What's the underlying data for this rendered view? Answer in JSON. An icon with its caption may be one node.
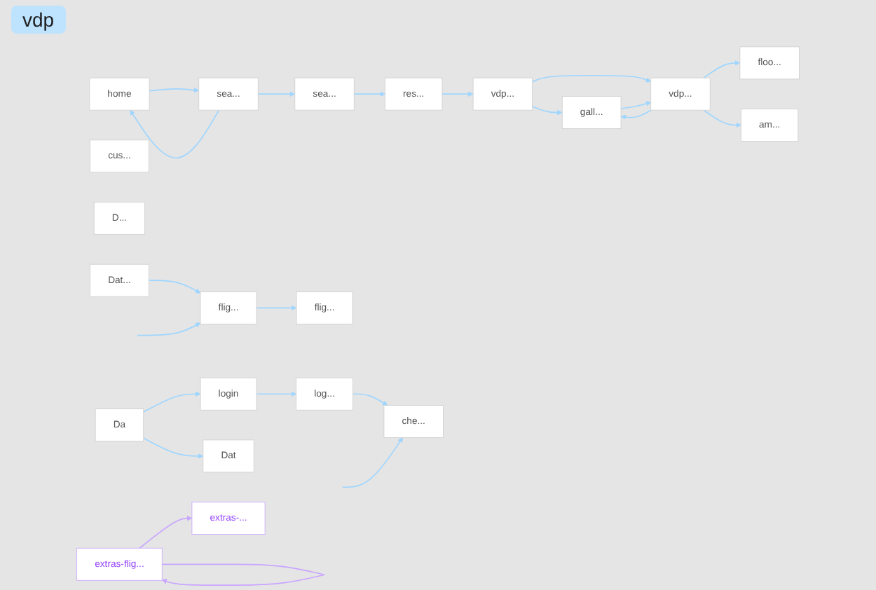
{
  "diagram": {
    "nodes": [
      {
        "text": [
          "home"
        ]
      },
      {
        "text": [
          "sea..."
        ]
      },
      {
        "text": [
          "sea..."
        ]
      },
      {
        "text": [
          "res..."
        ]
      },
      {
        "text": [
          "vdp..."
        ]
      },
      {
        "text": [
          "vdp..."
        ]
      },
      {
        "text": [
          "gall..."
        ]
      },
      {
        "text": [
          "floo..."
        ]
      },
      {
        "text": [
          "am..."
        ]
      },
      {
        "text": [
          "login"
        ]
      },
      {
        "text": [
          "che..."
        ]
      },
      {
        "text": [
          "cus..."
        ]
      },
      {
        "text": [
          "flig..."
        ]
      },
      {
        "text": [
          "flig..."
        ]
      },
      {
        "text": [
          "D..."
        ]
      },
      {
        "text": [
          "Dat..."
        ]
      },
      {
        "text": [
          "log..."
        ]
      },
      {
        "text": [
          "Da"
        ]
      },
      {
        "text": [
          "Dat"
        ]
      },
      {
        "text": [
          "extras-flig..."
        ]
      },
      {
        "text": [
          "extras-..."
        ]
      }
    ],
    "edges": [
      {
        "from": 0,
        "to": 1,
        "arrow": "to"
      },
      {
        "from": 1,
        "to": 0,
        "arrow": "to"
      },
      {
        "from": 1,
        "to": 2,
        "arrow": "to"
      },
      {
        "from": 2,
        "to": 3,
        "arrow": "to"
      },
      {
        "from": 3,
        "to": 4,
        "arrow": "to"
      },
      {
        "from": 4,
        "to": 6,
        "arrow": "to"
      },
      {
        "from": 4,
        "to": 5,
        "arrow": "to"
      },
      {
        "from": 5,
        "to": 7,
        "arrow": "to"
      },
      {
        "from": 5,
        "to": 6,
        "arrow": "to"
      },
      {
        "from": 6,
        "to": 5,
        "arrow": "to"
      },
      {
        "from": 5,
        "to": 8,
        "arrow": "to"
      },
      {
        "from": 15,
        "to": 12,
        "arrow": "to"
      },
      {
        "from": 17,
        "to": 9,
        "arrow": "to"
      },
      {
        "from": 9,
        "to": 16,
        "arrow": "to"
      },
      {
        "from": 16,
        "to": 10,
        "arrow": "to"
      },
      {
        "from": 17,
        "to": 18,
        "arrow": "to"
      },
      {
        "from": null,
        "to": 10,
        "arrow": "to"
      },
      {
        "from": null,
        "to": 12,
        "arrow": "to"
      },
      {
        "from": 12,
        "to": 13,
        "arrow": "to"
      },
      {
        "from": 19,
        "to": 19,
        "arrow": "to",
        "color": "#c9a6ff"
      },
      {
        "from": 19,
        "to": 20,
        "arrow": "to",
        "color": "#c9a6ff"
      }
    ],
    "labels": [
      "vdp"
    ]
  }
}
